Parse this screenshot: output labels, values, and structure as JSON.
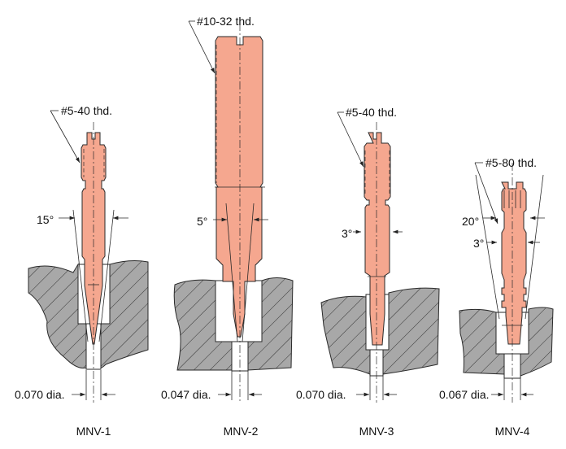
{
  "valves": [
    {
      "name": "MNV-1",
      "thread": "#5-40 thd.",
      "angles": [
        "15°"
      ],
      "orifice": "0.070 dia."
    },
    {
      "name": "MNV-2",
      "thread": "#10-32 thd.",
      "angles": [
        "5°"
      ],
      "orifice": "0.047 dia."
    },
    {
      "name": "MNV-3",
      "thread": "#5-40 thd.",
      "angles": [
        "3°"
      ],
      "orifice": "0.070 dia."
    },
    {
      "name": "MNV-4",
      "thread": "#5-80 thd.",
      "angles": [
        "20°",
        "3°"
      ],
      "orifice": "0.067 dia."
    }
  ],
  "colors": {
    "pin": "#f5a78f",
    "body": "#a8a8a8",
    "line": "#2a2a2a"
  }
}
